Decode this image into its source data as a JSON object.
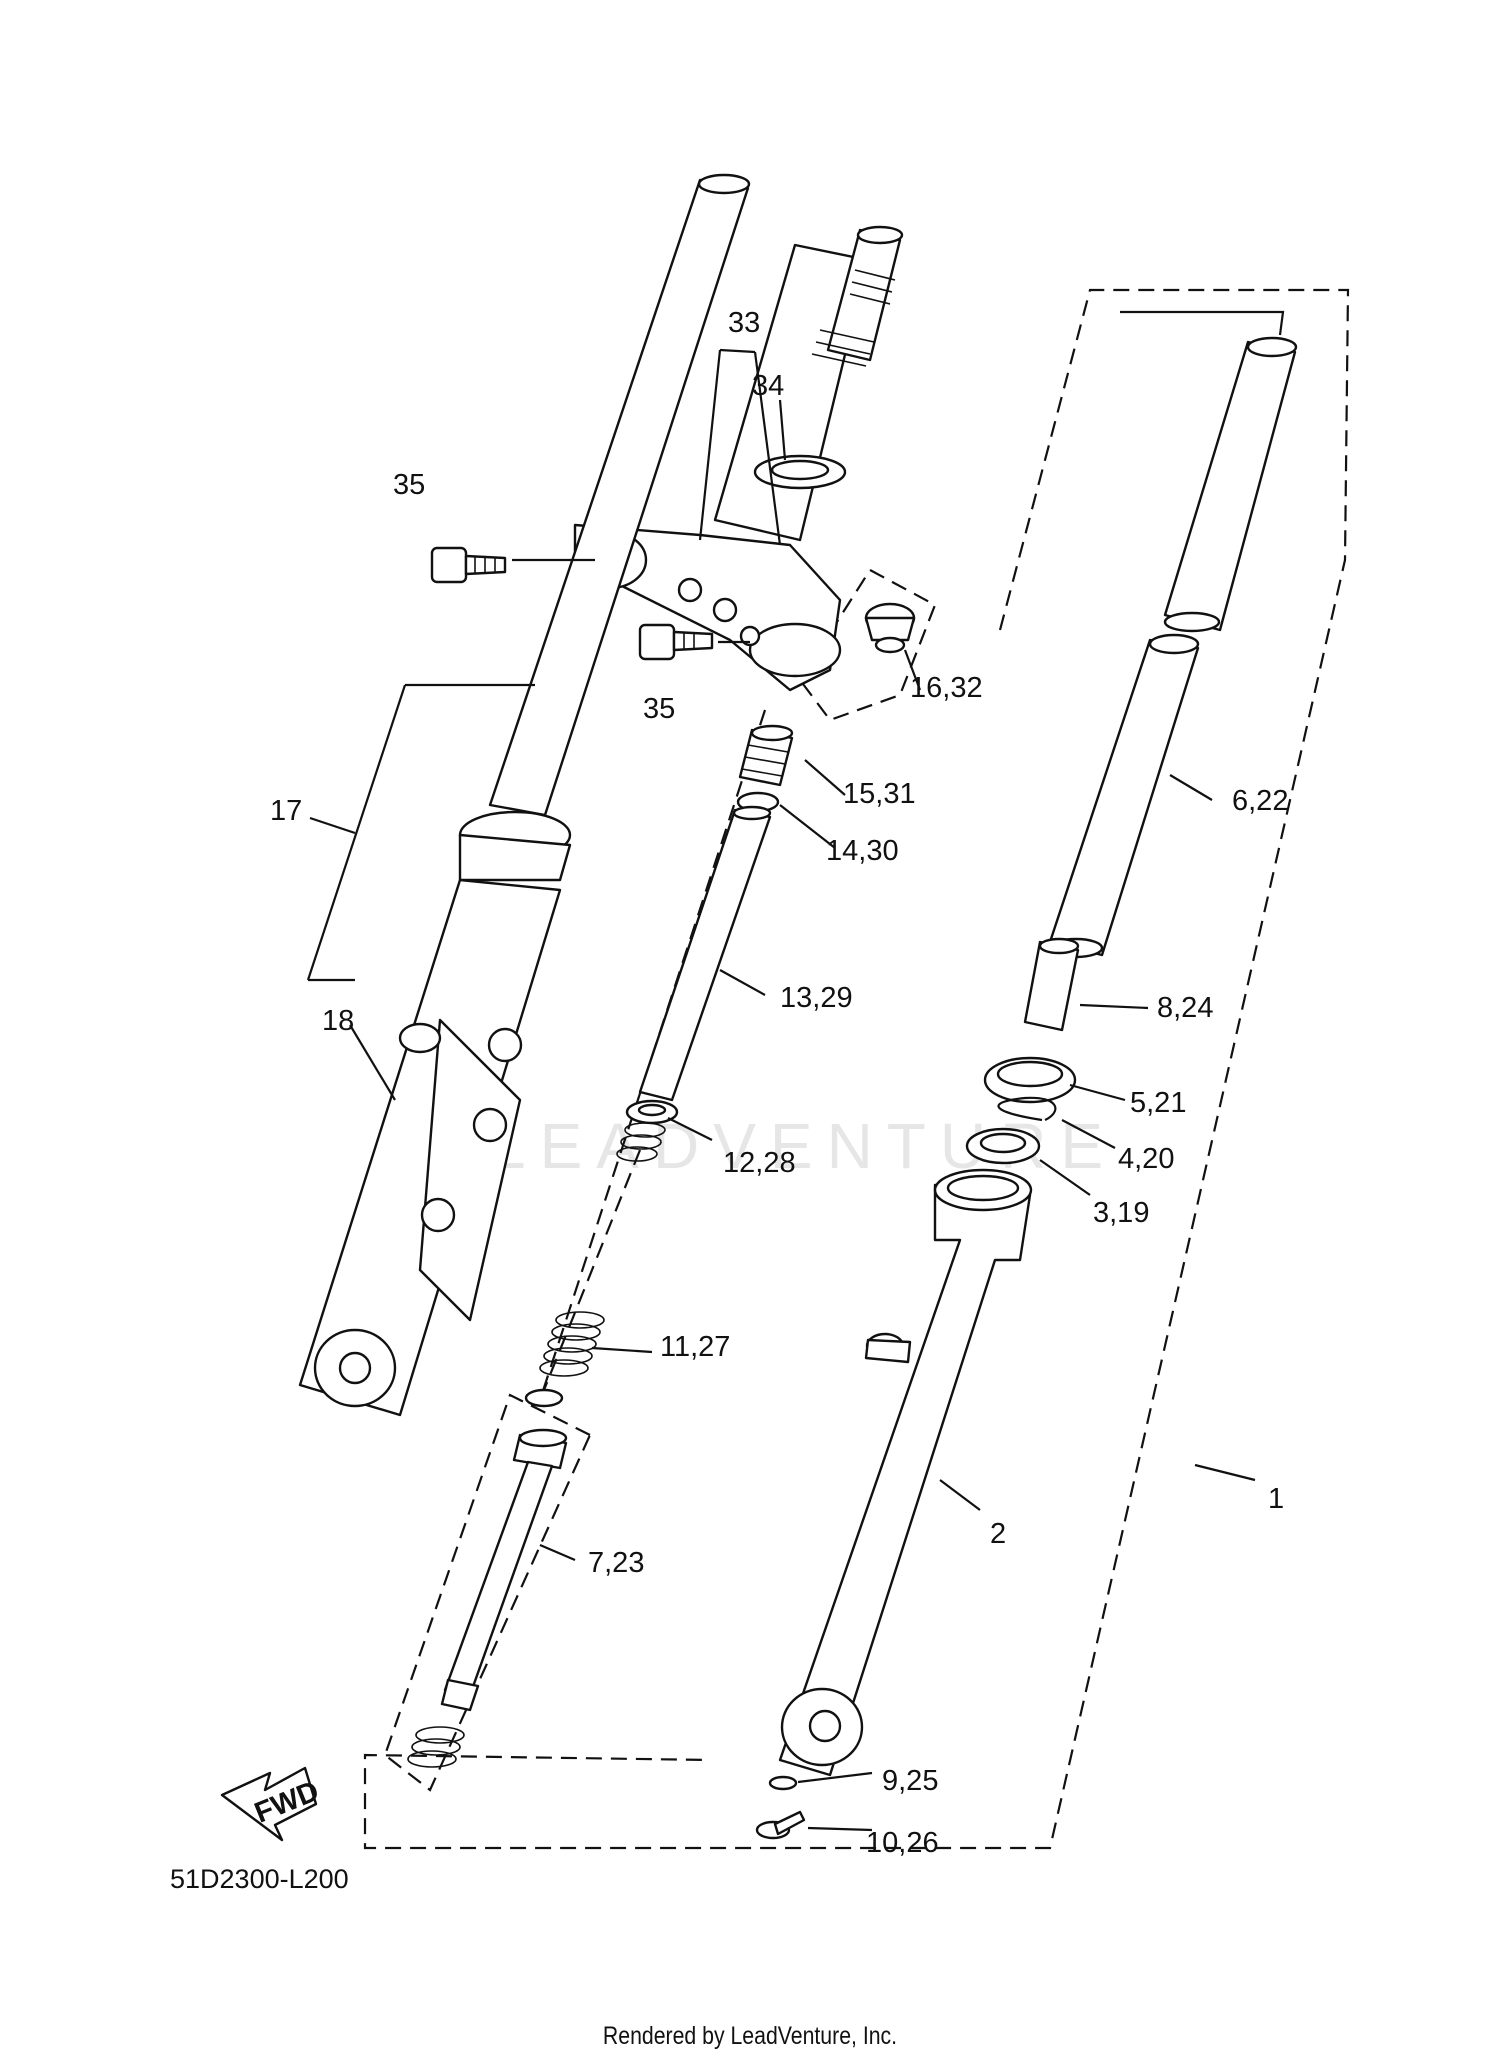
{
  "diagram_code": "51D2300-L200",
  "footer": "Rendered by LeadVenture, Inc.",
  "watermark": "LEADVENTURE",
  "fwd_label": "FWD",
  "callouts": {
    "c1": "1",
    "c2": "2",
    "c3": "3,19",
    "c4": "4,20",
    "c5": "5,21",
    "c6": "6,22",
    "c7": "7,23",
    "c8": "8,24",
    "c9": "9,25",
    "c10": "10,26",
    "c11": "11,27",
    "c12": "12,28",
    "c13": "13,29",
    "c14": "14,30",
    "c15": "15,31",
    "c16": "16,32",
    "c17": "17",
    "c18": "18",
    "c33": "33",
    "c34": "34",
    "c35a": "35",
    "c35b": "35"
  }
}
